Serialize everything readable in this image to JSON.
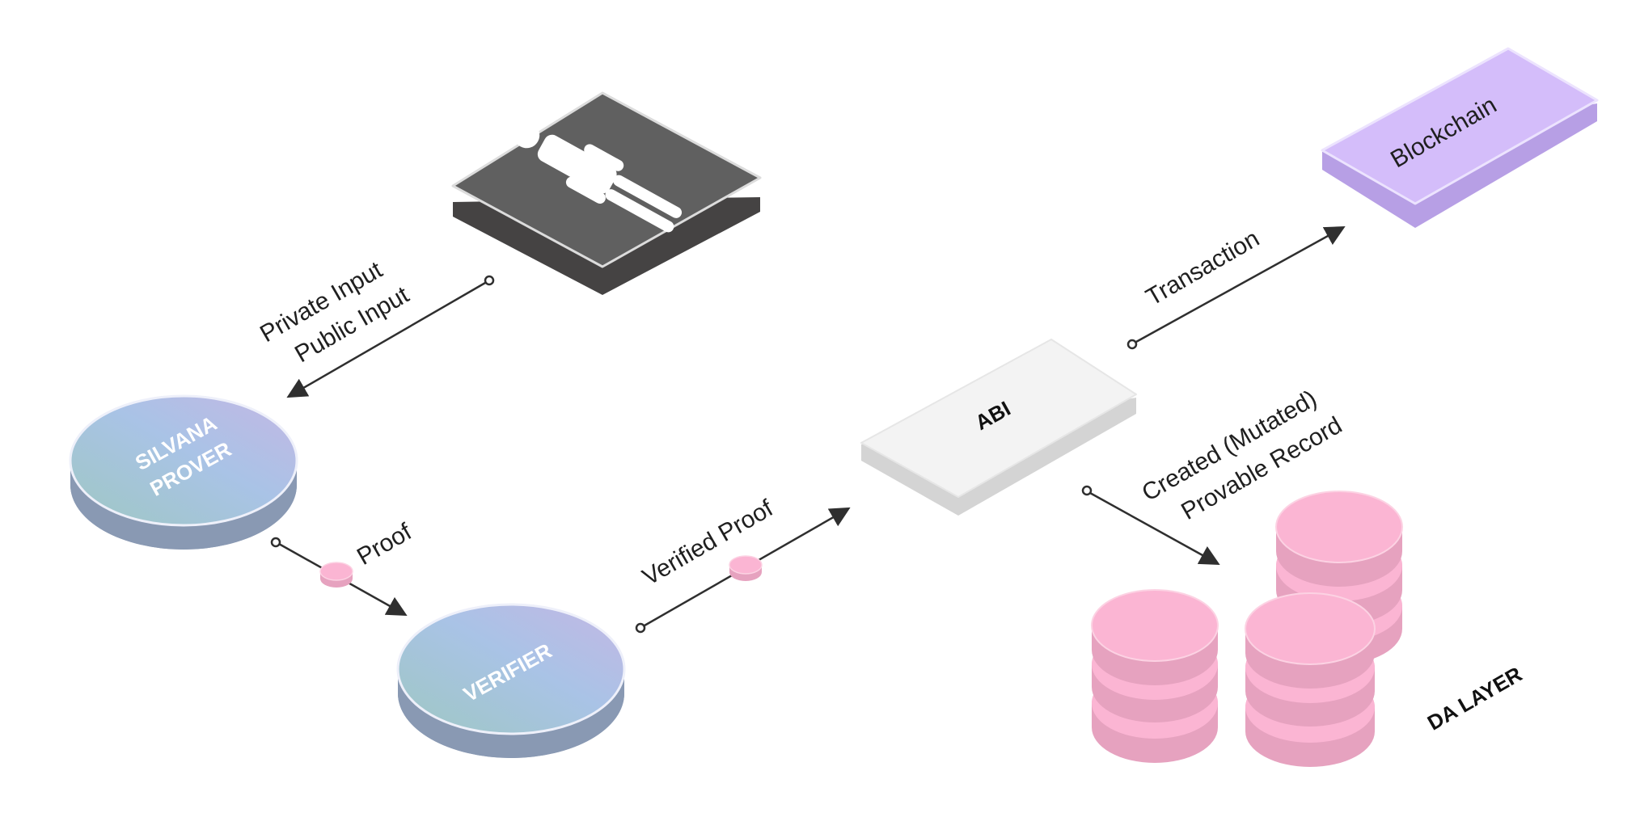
{
  "nodes": {
    "user": {
      "icon": "person-icon",
      "color": "#5f5f5f"
    },
    "prover": {
      "label_line1": "SILVANA",
      "label_line2": "PROVER"
    },
    "verifier": {
      "label": "VERIFIER"
    },
    "abi": {
      "label": "ABI",
      "color": "#f3f3f3"
    },
    "blockchain": {
      "label": "Blockchain",
      "color": "#d4bdfa"
    },
    "da_layer": {
      "label": "DA LAYER",
      "color": "#f7b6d2"
    }
  },
  "edges": {
    "inputs": {
      "line1": "Private Input",
      "line2": "Public Input"
    },
    "proof": {
      "label": "Proof"
    },
    "verified_proof": {
      "label": "Verified Proof"
    },
    "transaction": {
      "label": "Transaction"
    },
    "record": {
      "line1": "Created (Mutated)",
      "line2": "Provable Record"
    }
  }
}
